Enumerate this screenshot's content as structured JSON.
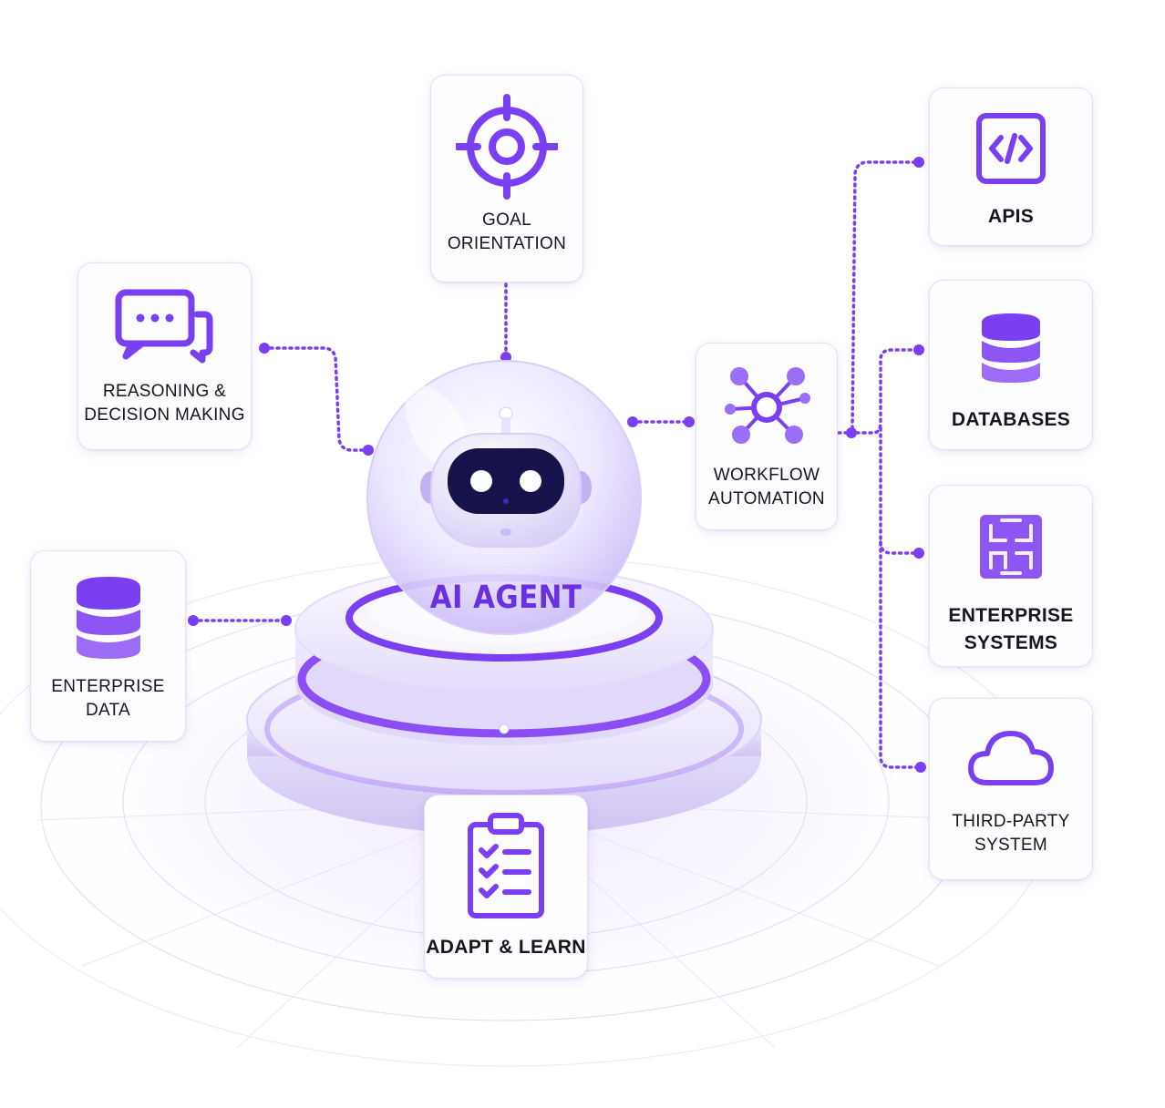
{
  "agent": {
    "title": "AI AGENT",
    "icon": "robot-icon"
  },
  "capabilities": [
    {
      "id": "goal",
      "label": "GOAL\nORIENTATION",
      "icon": "crosshair-target-icon"
    },
    {
      "id": "reasoning",
      "label": "REASONING &\nDECISION MAKING",
      "icon": "chat-bubbles-icon"
    },
    {
      "id": "workflow",
      "label": "WORKFLOW\nAUTOMATION",
      "icon": "network-nodes-icon"
    },
    {
      "id": "enterprise_data",
      "label": "ENTERPRISE\nDATA",
      "icon": "database-icon"
    },
    {
      "id": "adapt",
      "label": "ADAPT & LEARN",
      "icon": "clipboard-checklist-icon"
    }
  ],
  "integrations": [
    {
      "id": "apis",
      "label": "APIS",
      "icon": "code-brackets-icon"
    },
    {
      "id": "databases",
      "label": "DATABASES",
      "icon": "database-icon"
    },
    {
      "id": "enterprise_systems",
      "label": "ENTERPRISE\nSYSTEMS",
      "icon": "system-blocks-icon"
    },
    {
      "id": "third_party",
      "label": "THIRD-PARTY\nSYSTEM",
      "icon": "cloud-icon"
    }
  ],
  "colors": {
    "accent": "#7b3ff2",
    "accent_light": "#b89af7",
    "card_border": "#e6e0f1",
    "text": "#17161c"
  }
}
